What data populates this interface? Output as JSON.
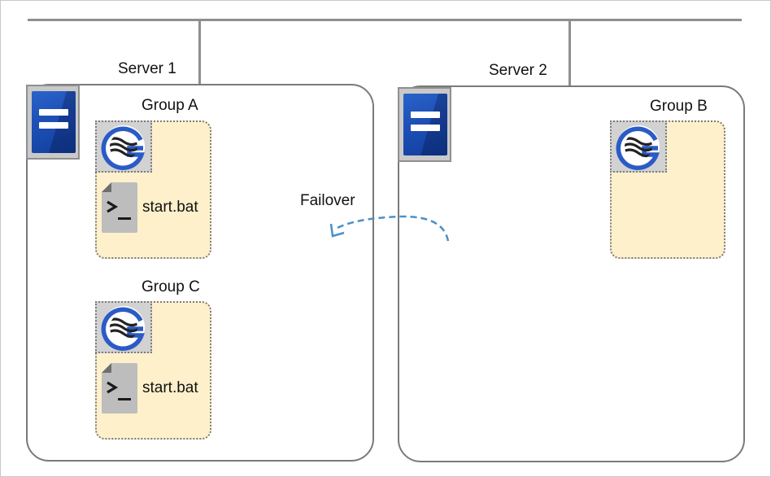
{
  "network": {
    "label": ""
  },
  "servers": [
    {
      "id": "server-1",
      "label": "Server 1"
    },
    {
      "id": "server-2",
      "label": "Server 2"
    }
  ],
  "groups": [
    {
      "id": "group-a",
      "label": "Group A",
      "script": "start.bat"
    },
    {
      "id": "group-c",
      "label": "Group C",
      "script": "start.bat"
    },
    {
      "id": "group-b",
      "label": "Group B",
      "script": ""
    }
  ],
  "failover": {
    "label": "Failover",
    "color": "#4a90c8"
  },
  "colors": {
    "group_fill": "#fff0cc",
    "server_icon_blue": "#1d4fb6",
    "line_gray": "#8f8f8f"
  },
  "icons": {
    "server": "server-icon",
    "group": "cluster-group-icon",
    "script": "terminal-script-icon"
  }
}
